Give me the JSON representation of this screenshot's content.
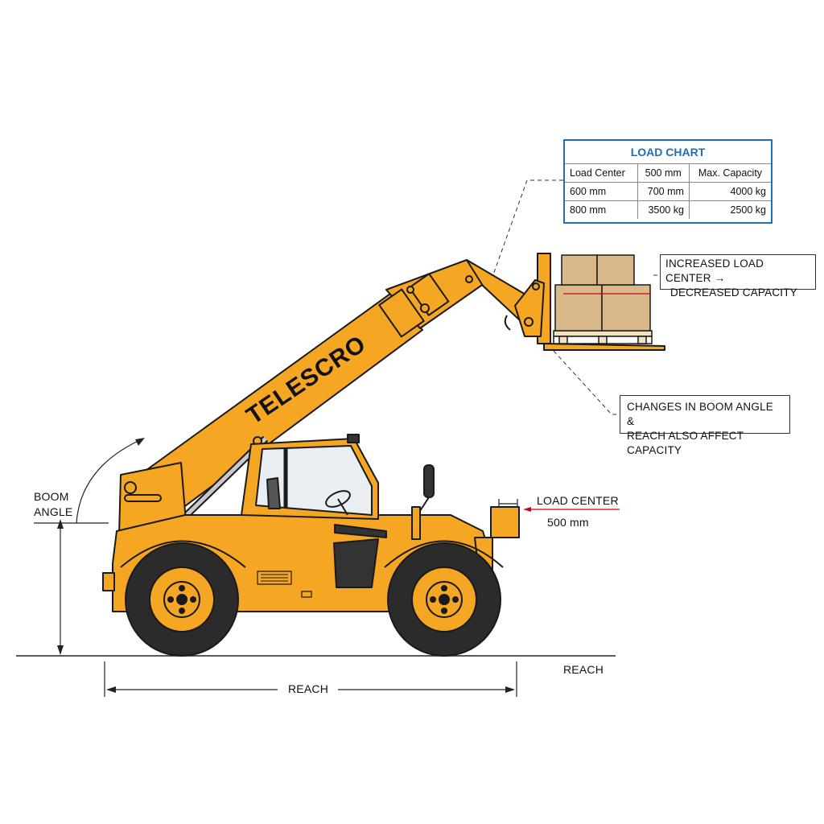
{
  "brand": {
    "boom_text": "TELESCRO"
  },
  "load_chart": {
    "title": "LOAD CHART",
    "rows": [
      [
        "Load Center",
        "500 mm",
        "Max. Capacity"
      ],
      [
        "600 mm",
        "700 mm",
        "4000 kg"
      ],
      [
        "800 mm",
        "3500 kg",
        "2500 kg"
      ]
    ]
  },
  "notes": {
    "load_center_line1": "INCREASED LOAD CENTER →",
    "load_center_line2": "DECREASED CAPACITY",
    "boom_line1": "CHANGES IN BOOM ANGLE &",
    "boom_line2": "REACH ALSO AFFECT CAPACITY"
  },
  "labels": {
    "boom_angle_line1": "BOOM",
    "boom_angle_line2": "ANGLE",
    "load_center": "LOAD CENTER",
    "load_center_value": "500 mm",
    "reach_bottom": "REACH",
    "reach_right": "REACH"
  },
  "colors": {
    "machine_yellow": "#f5a623",
    "outline": "#1a1a1a",
    "chart_blue": "#1c6fb8",
    "accent_red": "#d0021b",
    "box_brown": "#d9b98a"
  }
}
